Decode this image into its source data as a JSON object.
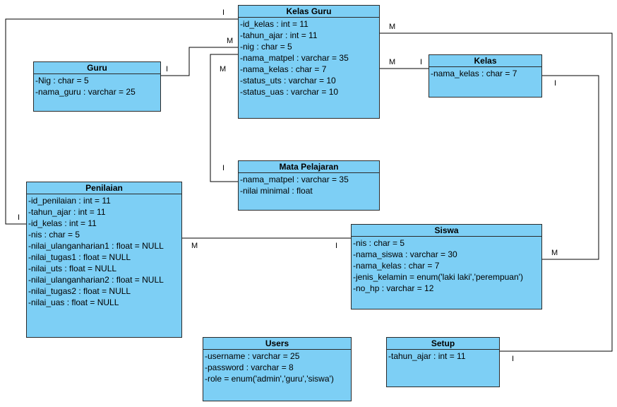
{
  "classes": {
    "kelas_guru": {
      "name": "Kelas Guru",
      "attributes": [
        "-id_kelas : int = 11",
        "-tahun_ajar : int = 11",
        "-nig : char = 5",
        "-nama_matpel : varchar = 35",
        "-nama_kelas : char = 7",
        "-status_uts : varchar = 10",
        "-status_uas : varchar = 10"
      ]
    },
    "guru": {
      "name": "Guru",
      "attributes": [
        "-Nig : char = 5",
        "-nama_guru : varchar = 25"
      ]
    },
    "kelas": {
      "name": "Kelas",
      "attributes": [
        "-nama_kelas : char = 7"
      ]
    },
    "mata_pelajaran": {
      "name": "Mata Pelajaran",
      "attributes": [
        "-nama_matpel : varchar = 35",
        "-nilai minimal : float"
      ]
    },
    "penilaian": {
      "name": "Penilaian",
      "attributes": [
        "-id_penilaian : int = 11",
        "-tahun_ajar : int = 11",
        "-id_kelas : int = 11",
        "-nis : char = 5",
        "-nilai_ulanganharian1 : float = NULL",
        "-nilai_tugas1 : float = NULL",
        "-nilai_uts : float = NULL",
        "-nilai_ulanganharian2 : float = NULL",
        "-nilai_tugas2 : float = NULL",
        "-nilai_uas : float = NULL"
      ]
    },
    "siswa": {
      "name": "Siswa",
      "attributes": [
        "-nis : char = 5",
        "-nama_siswa : varchar = 30",
        "-nama_kelas : char = 7",
        "-jenis_kelamin = enum('laki laki','perempuan')",
        "-no_hp : varchar = 12"
      ]
    },
    "users": {
      "name": "Users",
      "attributes": [
        "-username : varchar = 25",
        "-password : varchar = 8",
        "-role = enum('admin','guru','siswa')"
      ]
    },
    "setup": {
      "name": "Setup",
      "attributes": [
        "-tahun_ajar : int = 11"
      ]
    }
  },
  "multiplicities": {
    "kg_penilaian_top": "I",
    "kg_setup_m": "M",
    "guru_kg_m": "M",
    "guru_kg_i": "I",
    "kg_matpel_m": "M",
    "kg_kelas_m": "M",
    "kg_kelas_i": "I",
    "kelas_siswa_i": "I",
    "matpel_i": "I",
    "penilaian_left_i": "I",
    "penilaian_siswa_m": "M",
    "penilaian_siswa_i": "I",
    "siswa_kelas_m": "M",
    "setup_i": "I"
  }
}
